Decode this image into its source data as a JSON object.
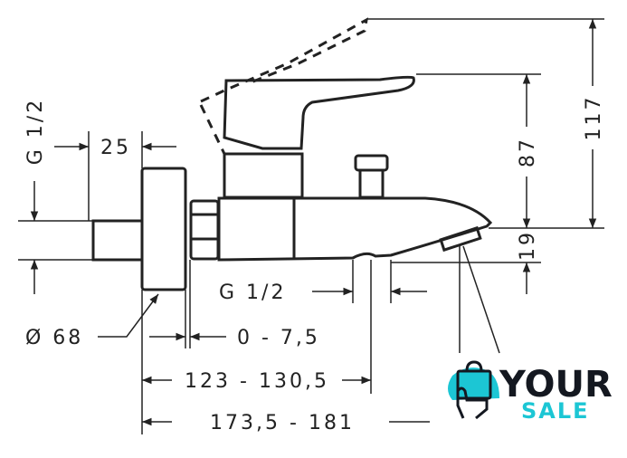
{
  "labels": {
    "height_total": "117",
    "height_spout": "87",
    "height_outlet": "19",
    "inlet_thread_vertical": "G 1/2",
    "inlet_length": "25",
    "rosette_diameter": "Ø 68",
    "adjustment": "0 - 7,5",
    "outlet_thread": "G 1/2",
    "projection_outlet": "123 - 130,5",
    "projection_total": "173,5 - 181"
  },
  "logo": {
    "word1": "YOUR",
    "word2": "SALE",
    "accent": "#1cc6d4",
    "dark": "#141820"
  }
}
